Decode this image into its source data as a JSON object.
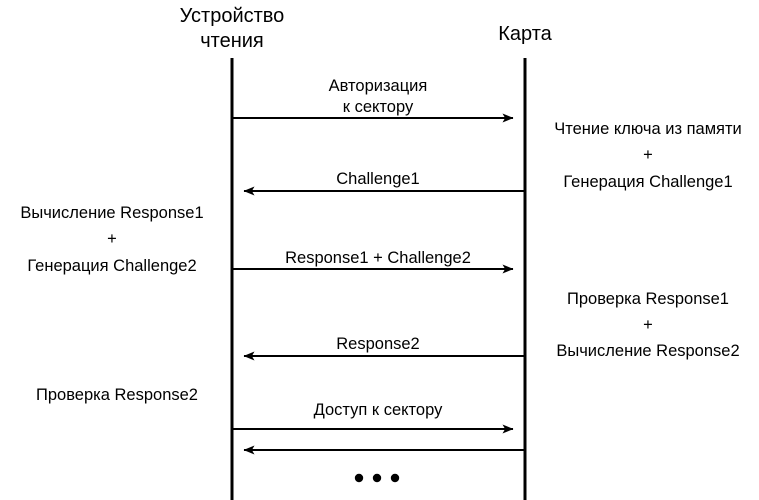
{
  "diagram": {
    "kind": "sequence-diagram",
    "background_color": "#ffffff",
    "line_color": "#000000",
    "actors": {
      "left": {
        "name": "reader-device",
        "line1": "Устройство",
        "line2": "чтения"
      },
      "right": {
        "name": "card",
        "line1": "Карта",
        "line2": ""
      }
    },
    "messages": [
      {
        "id": "auth",
        "label_line1": "Авторизация",
        "label_line2": "к сектору",
        "direction": "right"
      },
      {
        "id": "challenge1",
        "label_line1": "Challenge1",
        "label_line2": "",
        "direction": "left"
      },
      {
        "id": "resp1ch2",
        "label_line1": "Response1 + Challenge2",
        "label_line2": "",
        "direction": "right"
      },
      {
        "id": "response2",
        "label_line1": "Response2",
        "label_line2": "",
        "direction": "left"
      },
      {
        "id": "access",
        "label_line1": "Доступ к сектору",
        "label_line2": "",
        "direction": "right"
      },
      {
        "id": "unlabeled",
        "label_line1": "",
        "label_line2": "",
        "direction": "left"
      }
    ],
    "notes": {
      "card_step1": {
        "line1": "Чтение ключа из памяти",
        "line2": "+",
        "line3": "Генерация Challenge1"
      },
      "reader_step1": {
        "line1": "Вычисление Response1",
        "line2": "+",
        "line3": "Генерация Challenge2"
      },
      "card_step2": {
        "line1": "Проверка Response1",
        "line2": "+",
        "line3": "Вычисление Response2"
      },
      "reader_step2": {
        "line1": "Проверка Response2",
        "line2": "",
        "line3": ""
      }
    },
    "continuation": {
      "symbol": "• • •",
      "dot_count": 3
    }
  }
}
